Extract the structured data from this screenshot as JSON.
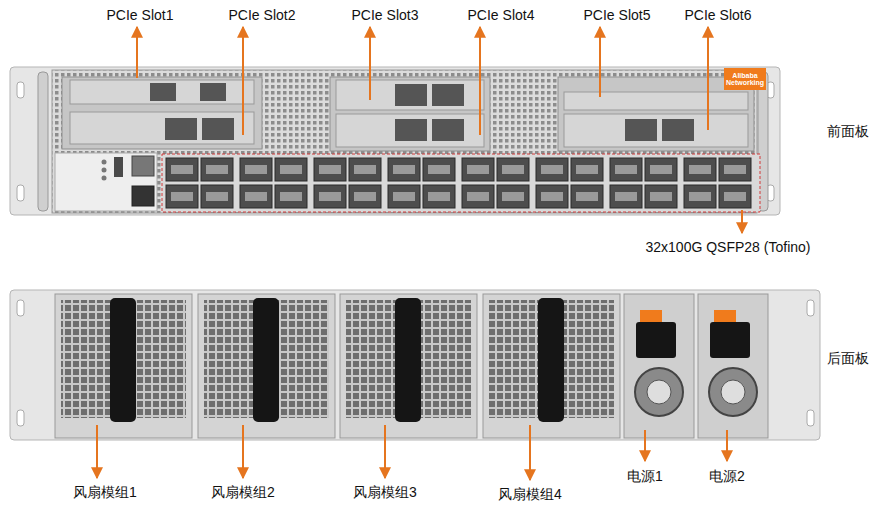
{
  "diagram": {
    "labels": [
      "PCIe Slot1",
      "PCIe Slot2",
      "PCIe Slot3",
      "PCIe Slot4",
      "PCIe Slot5",
      "PCIe Slot6",
      "Alibaba Networking",
      "前面板",
      "32x100G QSFP28 (Tofino)",
      "后面板",
      "风扇模组1",
      "风扇模组2",
      "风扇模组3",
      "风扇模组4",
      "电源1",
      "电源2"
    ]
  }
}
